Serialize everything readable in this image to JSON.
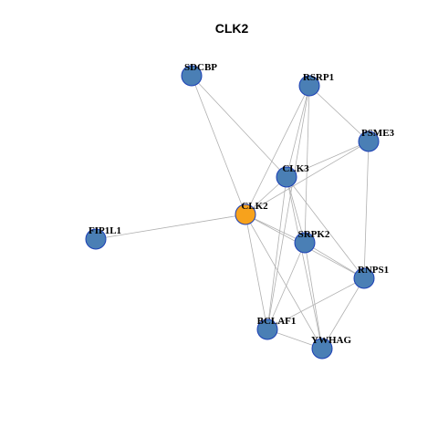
{
  "diagram": {
    "title": "CLK2",
    "colors": {
      "background": "#ffffff",
      "edge": "#b0b0b0",
      "node_default": "#4a7fb5",
      "node_highlight": "#f7a21c",
      "node_border": "#1b3fb5"
    },
    "nodes": [
      {
        "id": "SDCBP",
        "label": "SDCBP",
        "highlight": false
      },
      {
        "id": "RSRP1",
        "label": "RSRP1",
        "highlight": false
      },
      {
        "id": "PSME3",
        "label": "PSME3",
        "highlight": false
      },
      {
        "id": "CLK3",
        "label": "CLK3",
        "highlight": false
      },
      {
        "id": "CLK2",
        "label": "CLK2",
        "highlight": true
      },
      {
        "id": "FIP1L1",
        "label": "FIP1L1",
        "highlight": false
      },
      {
        "id": "SRPK2",
        "label": "SRPK2",
        "highlight": false
      },
      {
        "id": "RNPS1",
        "label": "RNPS1",
        "highlight": false
      },
      {
        "id": "BCLAF1",
        "label": "BCLAF1",
        "highlight": false
      },
      {
        "id": "YWHAG",
        "label": "YWHAG",
        "highlight": false
      }
    ],
    "edges": [
      [
        "FIP1L1",
        "CLK2"
      ],
      [
        "SDCBP",
        "CLK2"
      ],
      [
        "SDCBP",
        "CLK3"
      ],
      [
        "RSRP1",
        "CLK2"
      ],
      [
        "RSRP1",
        "CLK3"
      ],
      [
        "RSRP1",
        "SRPK2"
      ],
      [
        "RSRP1",
        "PSME3"
      ],
      [
        "RSRP1",
        "BCLAF1"
      ],
      [
        "PSME3",
        "CLK2"
      ],
      [
        "PSME3",
        "CLK3"
      ],
      [
        "PSME3",
        "RNPS1"
      ],
      [
        "CLK3",
        "CLK2"
      ],
      [
        "CLK3",
        "SRPK2"
      ],
      [
        "CLK3",
        "RNPS1"
      ],
      [
        "CLK3",
        "BCLAF1"
      ],
      [
        "CLK3",
        "YWHAG"
      ],
      [
        "CLK2",
        "SRPK2"
      ],
      [
        "CLK2",
        "RNPS1"
      ],
      [
        "CLK2",
        "BCLAF1"
      ],
      [
        "CLK2",
        "YWHAG"
      ],
      [
        "SRPK2",
        "RNPS1"
      ],
      [
        "SRPK2",
        "BCLAF1"
      ],
      [
        "SRPK2",
        "YWHAG"
      ],
      [
        "RNPS1",
        "BCLAF1"
      ],
      [
        "RNPS1",
        "YWHAG"
      ],
      [
        "BCLAF1",
        "YWHAG"
      ]
    ]
  }
}
